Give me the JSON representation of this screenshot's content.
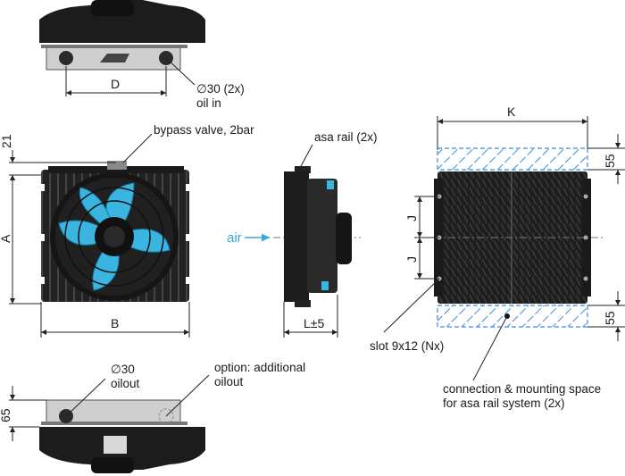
{
  "labels": {
    "top_view_dim": "D",
    "oil_in_line1": "∅30 (2x)",
    "oil_in_line2": "oil in",
    "bypass_valve": "bypass valve, 2bar",
    "dim_21": "21",
    "dim_A": "A",
    "dim_B": "B",
    "air": "air",
    "asa_rail": "asa rail (2x)",
    "dim_L": "L±5",
    "dim_K": "K",
    "dim_55_top": "55",
    "dim_55_bottom": "55",
    "dim_J_upper": "J",
    "dim_J_lower": "J",
    "slot": "slot 9x12 (Nx)",
    "connection_line1": "connection & mounting space",
    "connection_line2": "for asa rail system (2x)",
    "oil_out_line1": "∅30",
    "oil_out_line2": "oilout",
    "option_line1": "option: additional",
    "option_line2": "oilout",
    "dim_65": "65"
  },
  "colors": {
    "body": "#1c1c1c",
    "fin": "#3a3a3a",
    "fan_blade": "#3ab4e0",
    "hatch": "#3a8ee0",
    "plate": "#c8c8c8",
    "line": "#222222"
  }
}
